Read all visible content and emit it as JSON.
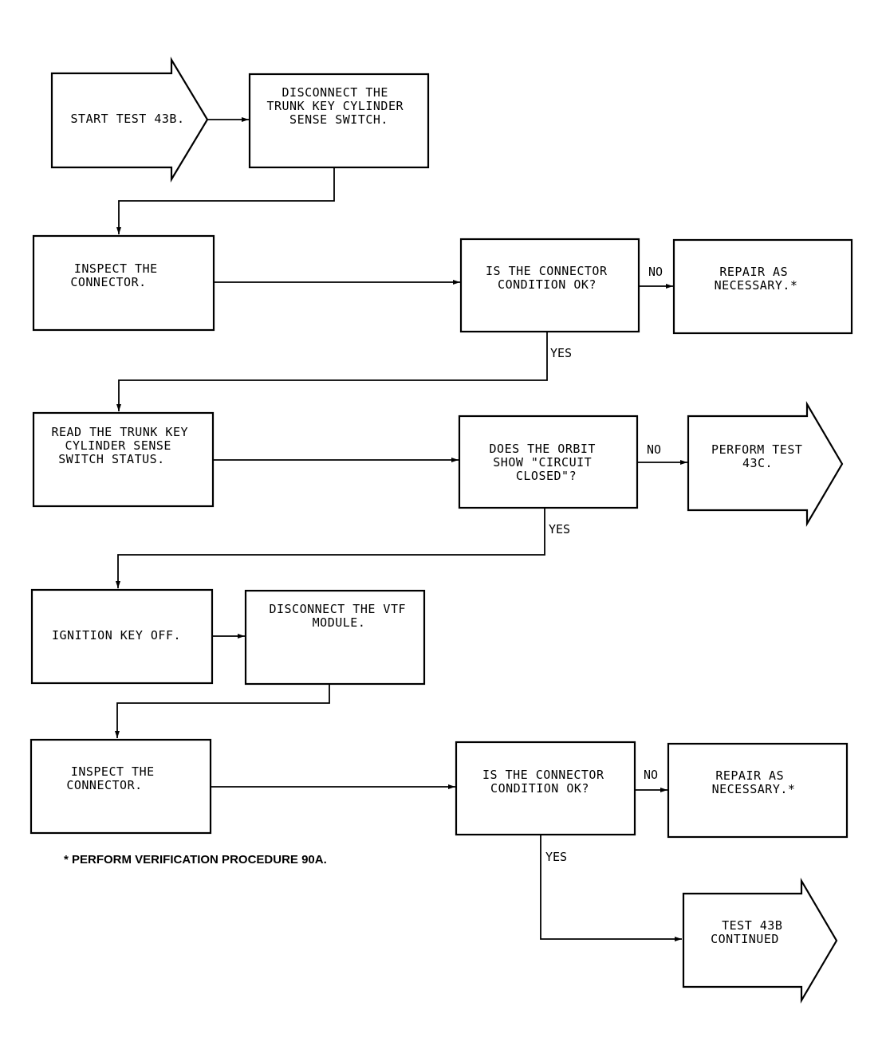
{
  "nodes": {
    "start": {
      "lines": [
        "START TEST 43B."
      ]
    },
    "disconnect_trunk": {
      "lines": [
        "DISCONNECT THE",
        "TRUNK KEY CYLINDER",
        "SENSE SWITCH."
      ]
    },
    "inspect_connector_1": {
      "lines": [
        "INSPECT THE",
        "CONNECTOR."
      ]
    },
    "connector_ok_1": {
      "lines": [
        "IS THE CONNECTOR",
        "CONDITION OK?"
      ]
    },
    "repair_1": {
      "lines": [
        "REPAIR AS",
        "NECESSARY.*"
      ]
    },
    "read_status": {
      "lines": [
        "READ THE TRUNK KEY",
        "CYLINDER SENSE",
        "SWITCH STATUS."
      ]
    },
    "orbit_closed": {
      "lines": [
        "DOES THE ORBIT",
        "SHOW \"CIRCUIT",
        "CLOSED\"?"
      ]
    },
    "perform_43c": {
      "lines": [
        "PERFORM TEST",
        "43C."
      ]
    },
    "ignition_off": {
      "lines": [
        "IGNITION KEY OFF."
      ]
    },
    "disconnect_vtf": {
      "lines": [
        "DISCONNECT THE VTF",
        "MODULE."
      ]
    },
    "inspect_connector_2": {
      "lines": [
        "INSPECT THE",
        "CONNECTOR."
      ]
    },
    "connector_ok_2": {
      "lines": [
        "IS THE CONNECTOR",
        "CONDITION OK?"
      ]
    },
    "repair_2": {
      "lines": [
        "REPAIR AS",
        "NECESSARY.*"
      ]
    },
    "continued": {
      "lines": [
        "TEST 43B",
        "CONTINUED"
      ]
    }
  },
  "edge_labels": {
    "no_1": "NO",
    "yes_1": "YES",
    "no_2": "NO",
    "yes_2": "YES",
    "no_3": "NO",
    "yes_3": "YES"
  },
  "footnote": "* PERFORM VERIFICATION PROCEDURE 90A."
}
